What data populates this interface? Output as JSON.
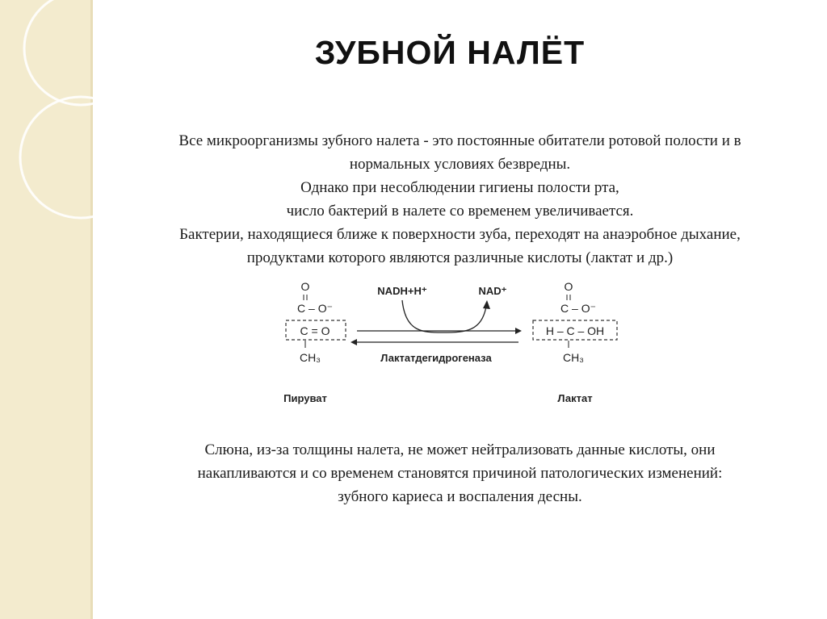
{
  "slide": {
    "title": "ЗУБНОЙ НАЛЁТ",
    "intro_lines": [
      "Все микроорганизмы зубного налета - это постоянные обитатели ротовой полости и в",
      "нормальных условиях безвредны.",
      "Однако при несоблюдении гигиены полости рта,",
      "число бактерий в налете со временем увеличивается.",
      "Бактерии, находящиеся ближе к поверхности зуба, переходят на анаэробное дыхание,",
      "продуктами которого являются различные кислоты (лактат и др.)"
    ],
    "conclusion_lines": [
      "Слюна, из-за толщины налета, не может нейтрализовать данные кислоты, они",
      "накапливаются и со временем становятся причиной патологических изменений:",
      "зубного кариеса и воспаления десны."
    ]
  },
  "reaction": {
    "cofactor_in": "NADH+H⁺",
    "cofactor_out": "NAD⁺",
    "enzyme": "Лактатдегидрогеназа",
    "substrate_name": "Пируват",
    "product_name": "Лактат",
    "substrate_rows": [
      "O",
      "C – O⁻",
      "C = O",
      "CH₃"
    ],
    "product_rows": [
      "O",
      "C – O⁻",
      "H – C – OH",
      "CH₃"
    ]
  },
  "colors": {
    "band": "#f3ebce",
    "text": "#1a1a1a"
  }
}
